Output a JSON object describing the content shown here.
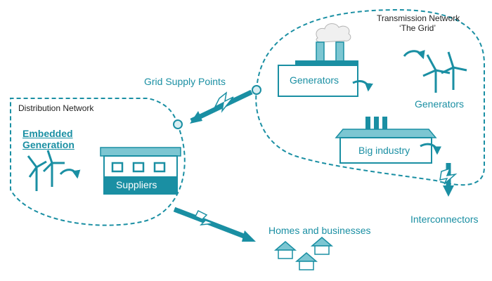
{
  "colors": {
    "teal": "#1a8fa3",
    "teal_light": "#7cc6d2",
    "teal_fill": "#4fb3c4",
    "dashed_boundary": "#1a8fa3",
    "text_dark": "#1f1f1f"
  },
  "transmission": {
    "title_line1": "Transmission Network",
    "title_line2": "‘The Grid’",
    "generators_building_label": "Generators",
    "generators_wind_label": "Generators",
    "big_industry_label": "Big industry"
  },
  "distribution": {
    "title": "Distribution Network",
    "embedded_line1": "Embedded",
    "embedded_line2": "Generation",
    "suppliers_label": "Suppliers"
  },
  "links": {
    "grid_supply_points": "Grid Supply Points",
    "interconnectors": "Interconnectors",
    "homes_and_businesses": "Homes and businesses"
  },
  "icons": [
    "factory-icon",
    "smoke-cloud-icon",
    "wind-turbine-icon",
    "circular-arrow-icon",
    "industry-building-icon",
    "supplier-building-icon",
    "lightning-arrow-icon",
    "house-icon"
  ]
}
